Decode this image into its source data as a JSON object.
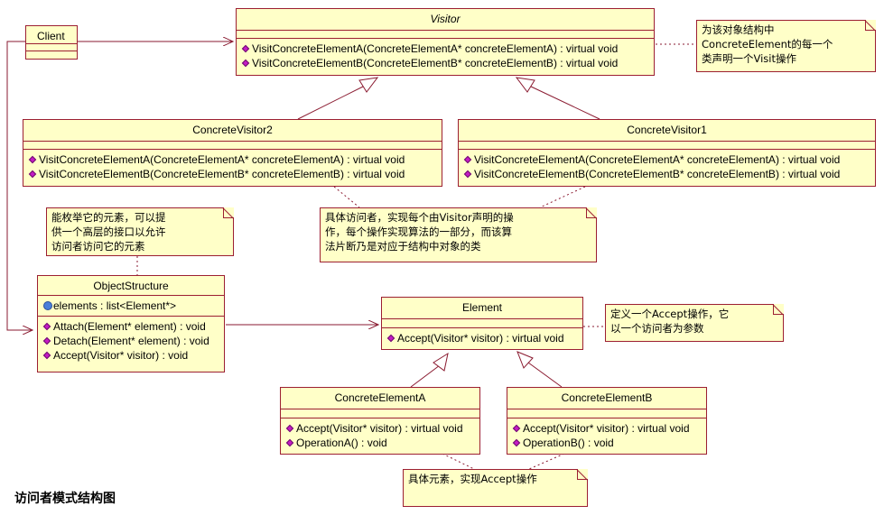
{
  "classes": {
    "client": {
      "name": "Client"
    },
    "visitor": {
      "name": "Visitor",
      "ops": [
        "VisitConcreteElementA(ConcreteElementA* concreteElementA) : virtual void",
        "VisitConcreteElementB(ConcreteElementB* concreteElementB) : virtual void"
      ]
    },
    "visitor2": {
      "name": "ConcreteVisitor2",
      "ops": [
        "VisitConcreteElementA(ConcreteElementA* concreteElementA) : virtual void",
        "VisitConcreteElementB(ConcreteElementB* concreteElementB) : virtual void"
      ]
    },
    "visitor1": {
      "name": "ConcreteVisitor1",
      "ops": [
        "VisitConcreteElementA(ConcreteElementA* concreteElementA) : virtual void",
        "VisitConcreteElementB(ConcreteElementB* concreteElementB) : virtual void"
      ]
    },
    "objectStructure": {
      "name": "ObjectStructure",
      "attr": "elements : list<Element*>",
      "ops": [
        "Attach(Element* element) : void",
        "Detach(Element* element) : void",
        "Accept(Visitor* visitor) : void"
      ]
    },
    "element": {
      "name": "Element",
      "ops": [
        "Accept(Visitor* visitor) : virtual void"
      ]
    },
    "elementA": {
      "name": "ConcreteElementA",
      "ops": [
        "Accept(Visitor* visitor) : virtual void",
        "OperationA() : void"
      ]
    },
    "elementB": {
      "name": "ConcreteElementB",
      "ops": [
        "Accept(Visitor* visitor) : virtual void",
        "OperationB() : void"
      ]
    }
  },
  "notes": {
    "visitorNote": [
      "为该对象结构中",
      "ConcreteElement的每一个",
      "类声明一个Visit操作"
    ],
    "concreteVisitorNote": [
      "具体访问者，实现每个由Visitor声明的操",
      "作，每个操作实现算法的一部分，而该算",
      "法片断乃是对应于结构中对象的类"
    ],
    "objectStructureNote": [
      "能枚举它的元素，可以提",
      "供一个高层的接口以允许",
      "访问者访问它的元素"
    ],
    "elementNote": [
      "定义一个Accept操作，它",
      "以一个访问者为参数"
    ],
    "concreteElementNote": [
      "具体元素，实现Accept操作"
    ]
  },
  "caption": "访问者模式结构图",
  "colors": {
    "classFill": "#ffffc8",
    "border": "#9c1f32",
    "line": "#8a1a30",
    "operationIcon": "#c41bc4"
  }
}
